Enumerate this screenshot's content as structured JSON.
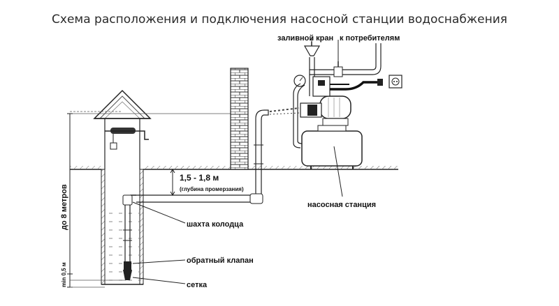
{
  "title": "Схема расположения и подключения насосной станции водоснабжения",
  "labels": {
    "filler_tap": "заливной кран",
    "to_consumers": "к потребителям",
    "depth_range": "1,5 - 1,8 м",
    "freezing_depth": "(глубина промерзания)",
    "pump_station": "насосная станция",
    "well_shaft": "шахта колодца",
    "check_valve": "обратный клапан",
    "strainer": "сетка",
    "well_depth": "до 8 метров",
    "min_depth": "min 0,5 м"
  },
  "colors": {
    "line": "#222222",
    "ground_hatch": "#555555",
    "background": "#ffffff"
  },
  "icons": {
    "socket": "power-socket-icon",
    "plug": "power-plug-icon"
  }
}
